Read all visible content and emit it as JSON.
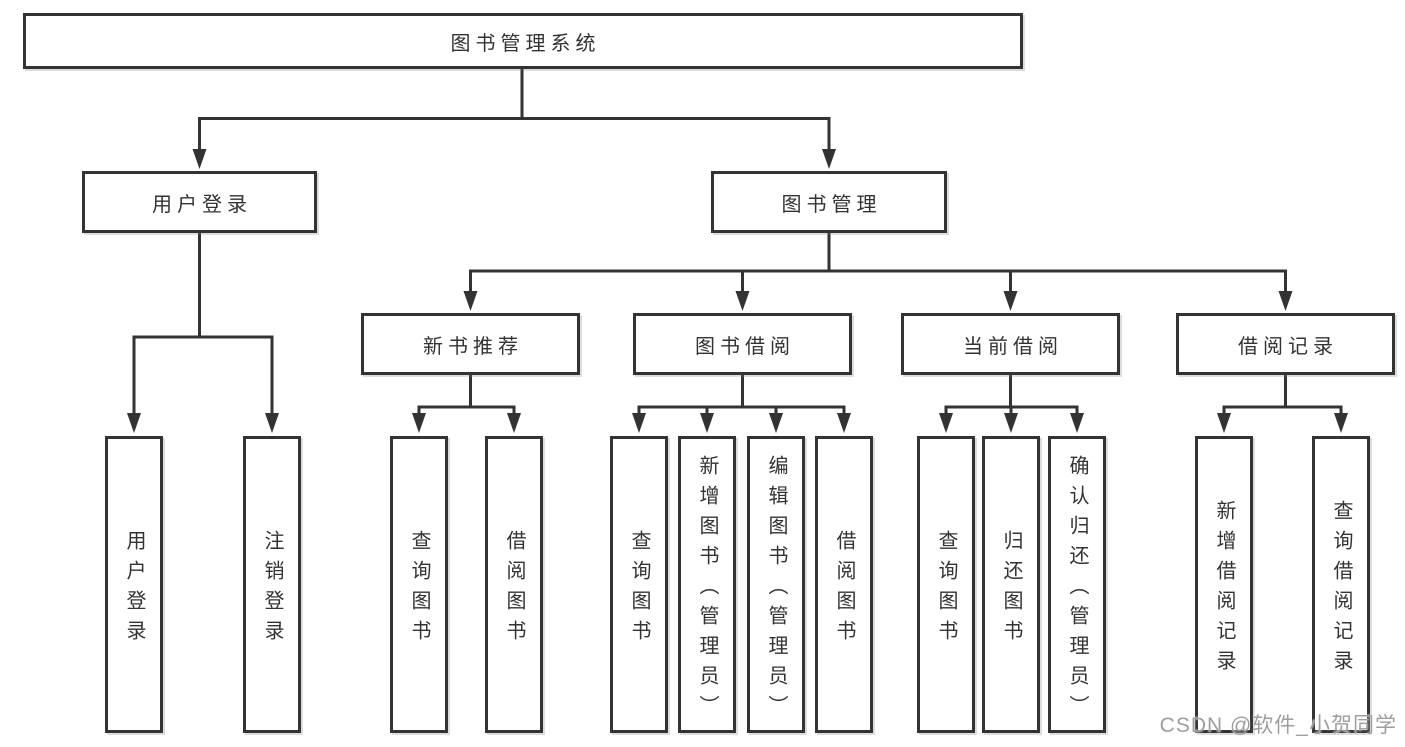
{
  "colors": {
    "line": "#333333",
    "box_border": "#333333",
    "box_fill": "#ffffff",
    "text": "#333333",
    "watermark_text": "#9e9e9e"
  },
  "watermark": "CSDN @软件_小贺同学",
  "tree": {
    "label": "图书管理系统",
    "children": [
      {
        "label": "用户登录",
        "children": [
          {
            "label": "用户登录"
          },
          {
            "label": "注销登录"
          }
        ]
      },
      {
        "label": "图书管理",
        "children": [
          {
            "label": "新书推荐",
            "children": [
              {
                "label": "查询图书"
              },
              {
                "label": "借阅图书"
              }
            ]
          },
          {
            "label": "图书借阅",
            "children": [
              {
                "label": "查询图书"
              },
              {
                "label": "新增图书（管理员）"
              },
              {
                "label": "编辑图书（管理员）"
              },
              {
                "label": "借阅图书"
              }
            ]
          },
          {
            "label": "当前借阅",
            "children": [
              {
                "label": "查询图书"
              },
              {
                "label": "归还图书"
              },
              {
                "label": "确认归还（管理员）"
              }
            ]
          },
          {
            "label": "借阅记录",
            "children": [
              {
                "label": "新增借阅记录"
              },
              {
                "label": "查询借阅记录"
              }
            ]
          }
        ]
      }
    ]
  }
}
